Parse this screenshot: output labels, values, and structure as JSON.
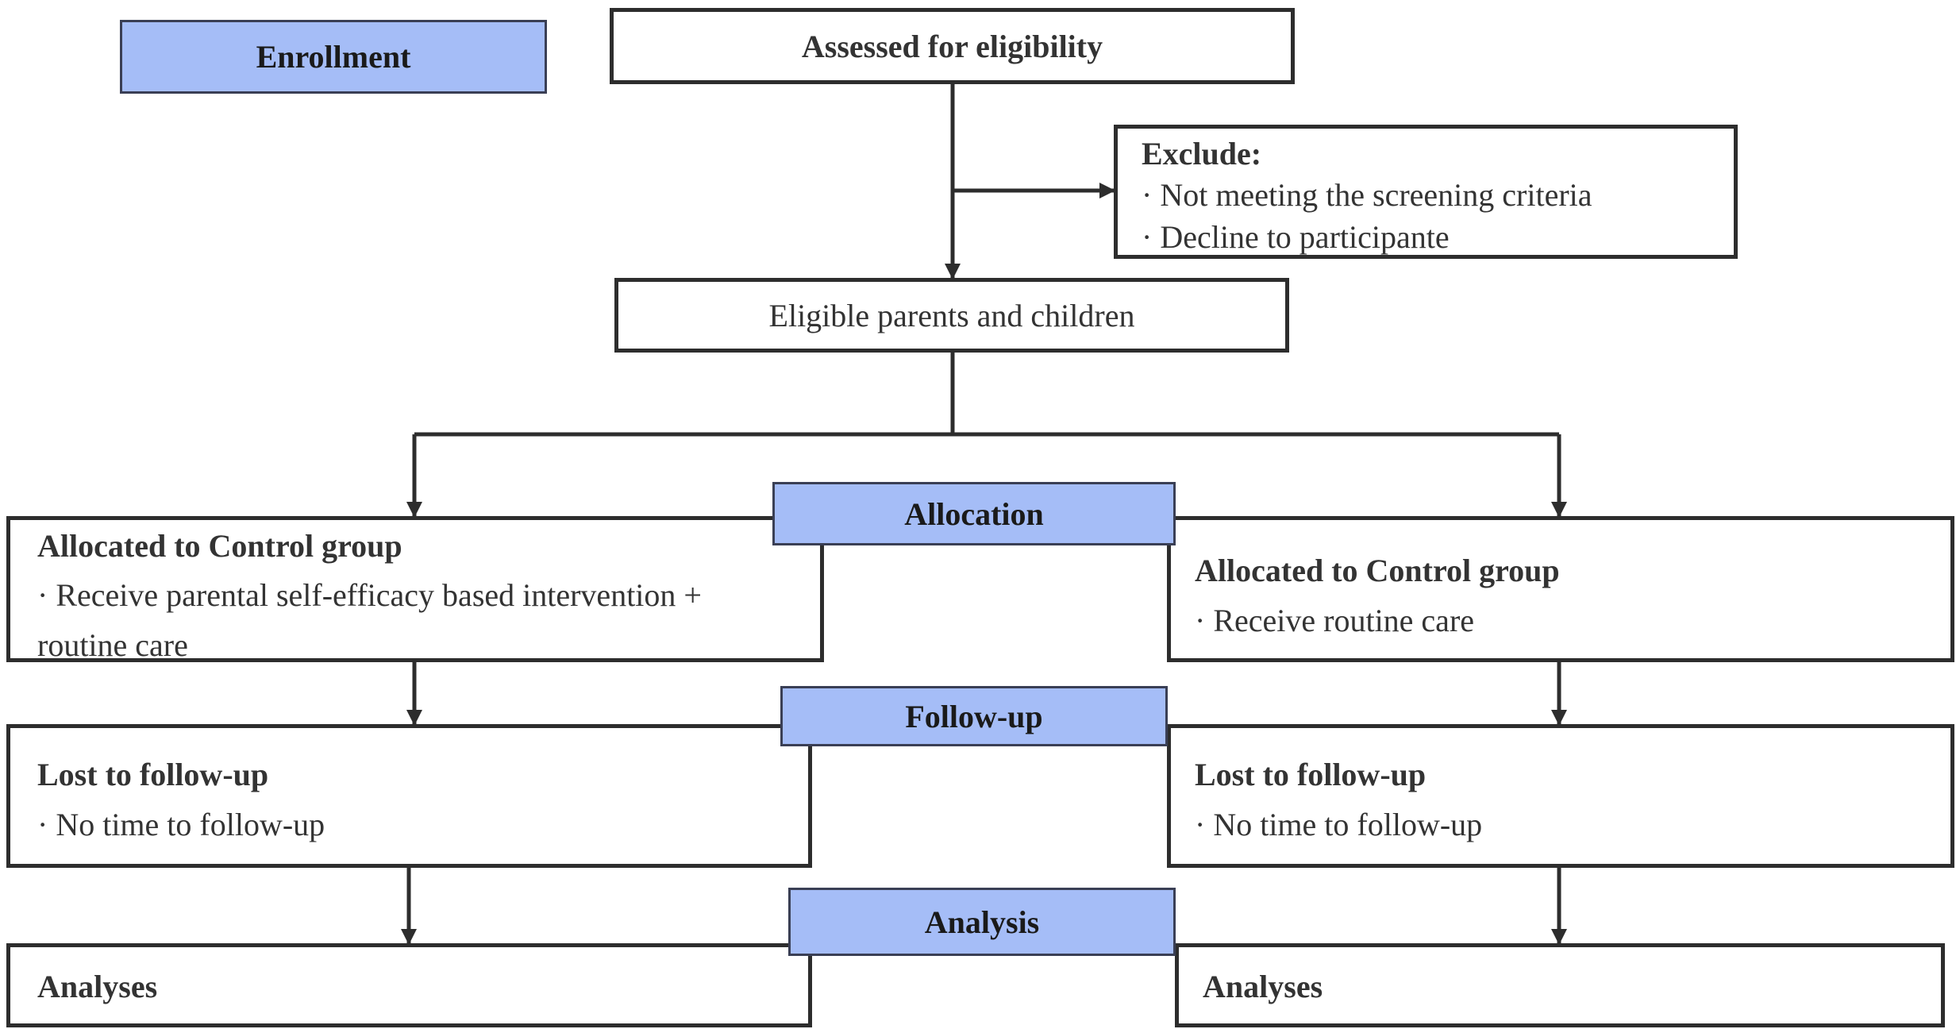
{
  "stages": {
    "enrollment": "Enrollment",
    "allocation": "Allocation",
    "followup": "Follow-up",
    "analysis": "Analysis"
  },
  "assessed": "Assessed for eligibility",
  "exclude": {
    "title": "Exclude:",
    "items": [
      "·  Not meeting the screening criteria",
      "· Decline to participante"
    ]
  },
  "eligible": "Eligible parents and children",
  "left": {
    "allocated_title": "Allocated to Control group",
    "allocated_lines": [
      "· Receive parental self-efficacy based intervention +",
      "routine care"
    ],
    "lost_title": "Lost to follow-up",
    "lost_line": "· No time to follow-up",
    "analyses": "Analyses"
  },
  "right": {
    "allocated_title": "Allocated to Control group",
    "allocated_line": "· Receive routine care",
    "lost_title": "Lost to follow-up",
    "lost_line": "· No time to follow-up",
    "analyses": "Analyses"
  },
  "colors": {
    "stage_fill": "#a5bdf7",
    "border": "#2d2d2d",
    "text": "#333333"
  }
}
